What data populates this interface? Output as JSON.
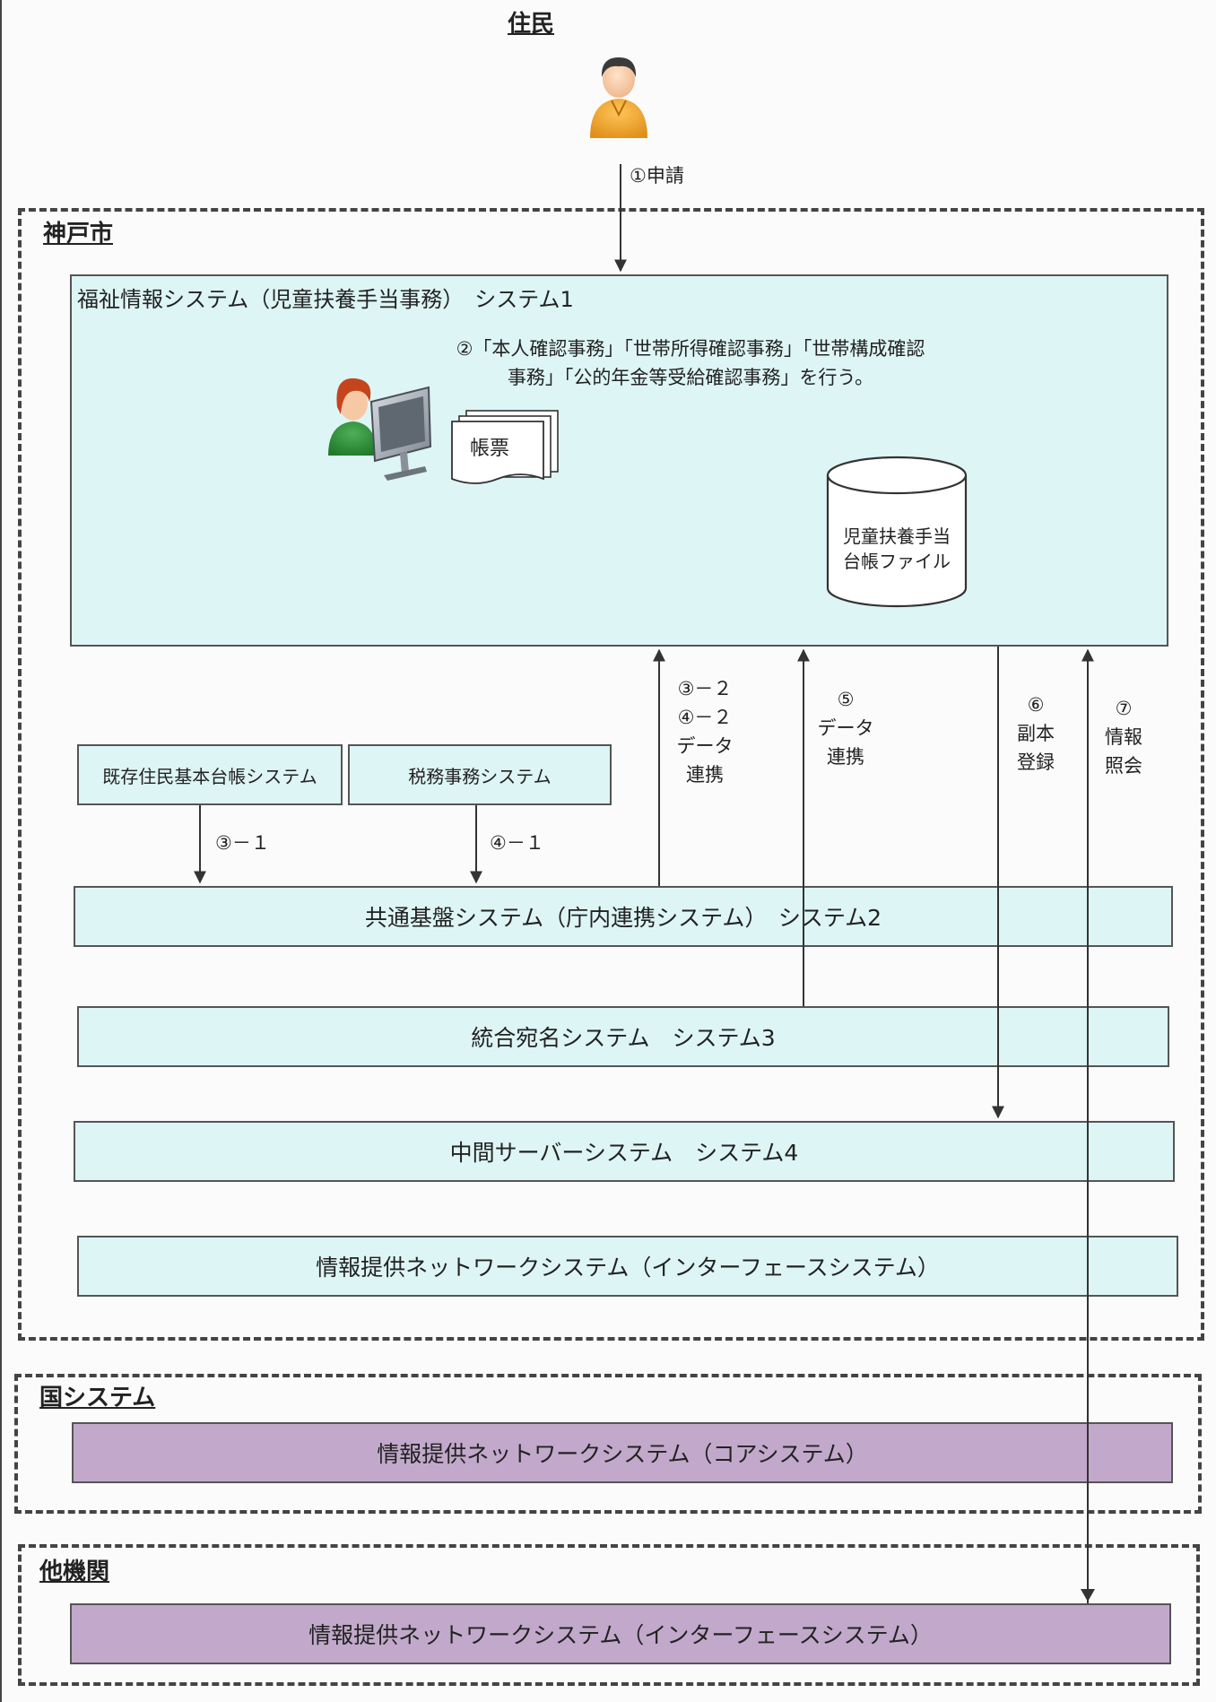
{
  "resident": {
    "title": "住民"
  },
  "steps": {
    "s1": "①申請",
    "s3_2": [
      "③－２",
      "④－２",
      "データ",
      "連携"
    ],
    "s5": [
      "⑤",
      "データ",
      "連携"
    ],
    "s6": [
      "⑥",
      "副本",
      "登録"
    ],
    "s7": [
      "⑦",
      "情報",
      "照会"
    ],
    "s3_1": "③－１",
    "s4_1": "④－１"
  },
  "kobe": {
    "title": "神戸市",
    "welfare_system": {
      "title": "福祉情報システム（児童扶養手当事務）　システム1",
      "note_line1": "②「本人確認事務」「世帯所得確認事務」「世帯構成確認",
      "note_line2": "事務」「公的年金等受給確認事務」を行う。",
      "document_label": "帳票",
      "db_line1": "児童扶養手当",
      "db_line2": "台帳ファイル"
    },
    "resident_registry": "既存住民基本台帳システム",
    "tax_system": "税務事務システム",
    "common_platform": "共通基盤システム（庁内連携システム）　システム2",
    "integrated_address": "統合宛名システム　システム3",
    "middle_server": "中間サーバーシステム　システム4",
    "info_network_if": "情報提供ネットワークシステム（インターフェースシステム）"
  },
  "national": {
    "title": "国システム",
    "core_system": "情報提供ネットワークシステム（コアシステム）"
  },
  "other": {
    "title": "他機関",
    "info_network_if": "情報提供ネットワークシステム（インターフェースシステム）"
  },
  "colors": {
    "system_fill": "#def5f5",
    "external_fill": "#c2a9cb",
    "border": "#444444"
  },
  "icons": [
    "resident-person-icon",
    "clerk-person-icon",
    "computer-monitor-icon",
    "document-stack-icon",
    "database-cylinder-icon"
  ]
}
